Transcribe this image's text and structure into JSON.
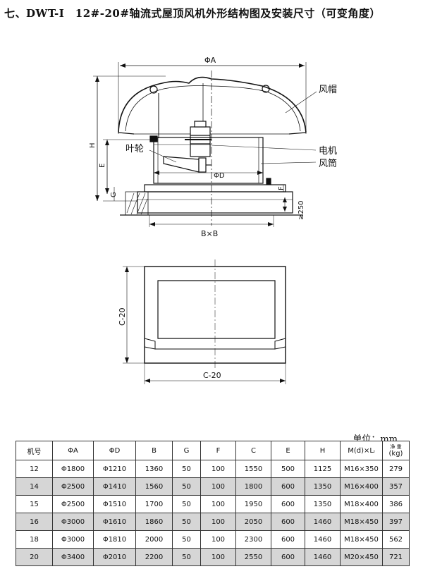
{
  "title": "七、DWT-Ⅰ　12#-20#轴流式屋顶风机外形结构图及安装尺寸（可变角度）",
  "drawing": {
    "label_phiA": "ΦA",
    "label_phiD": "ΦD",
    "label_H": "H",
    "label_E": "E",
    "label_G": "G",
    "label_F": "F",
    "label_250": "≥250",
    "label_BxB": "B×B",
    "label_hood": "风帽",
    "label_impeller": "叶轮",
    "label_motor": "电机",
    "label_duct": "风筒",
    "label_C20_side": "C-20",
    "label_C20_bottom": "C-20"
  },
  "unit": "单位：mm",
  "table": {
    "headers": [
      "机号",
      "ΦA",
      "ΦD",
      "B",
      "G",
      "F",
      "C",
      "E",
      "H",
      "M(d)×Lᵢ"
    ],
    "weight_header_top": "净 重",
    "weight_header": "(kg)",
    "rows": [
      [
        "12",
        "Φ1800",
        "Φ1210",
        "1360",
        "50",
        "100",
        "1550",
        "500",
        "1125",
        "M16×350",
        "279"
      ],
      [
        "14",
        "Φ2500",
        "Φ1410",
        "1560",
        "50",
        "100",
        "1800",
        "600",
        "1350",
        "M16×400",
        "357"
      ],
      [
        "15",
        "Φ2500",
        "Φ1510",
        "1700",
        "50",
        "100",
        "1950",
        "600",
        "1350",
        "M18×400",
        "386"
      ],
      [
        "16",
        "Φ3000",
        "Φ1610",
        "1860",
        "50",
        "100",
        "2050",
        "600",
        "1460",
        "M18×450",
        "397"
      ],
      [
        "18",
        "Φ3000",
        "Φ1810",
        "2000",
        "50",
        "100",
        "2300",
        "600",
        "1460",
        "M18×450",
        "562"
      ],
      [
        "20",
        "Φ3400",
        "Φ2010",
        "2200",
        "50",
        "100",
        "2550",
        "600",
        "1460",
        "M20×450",
        "721"
      ]
    ]
  }
}
